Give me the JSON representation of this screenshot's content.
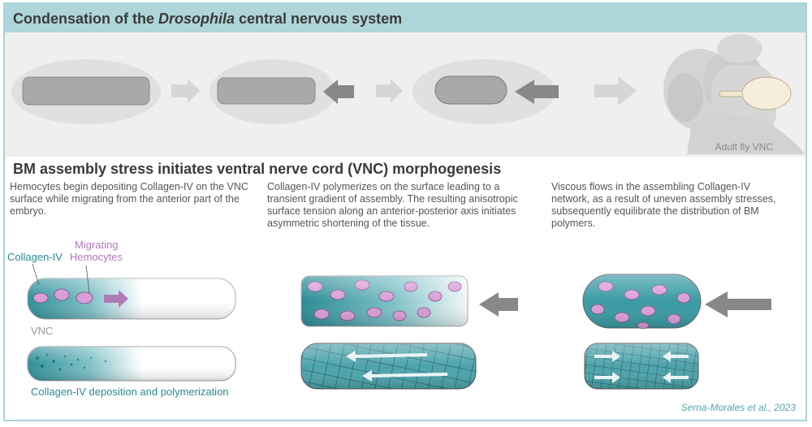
{
  "header": {
    "title_prefix": "Condensation of the ",
    "title_italic": "Drosophila",
    "title_suffix": " central nervous system"
  },
  "top_panel": {
    "adult_label": "Adult fly VNC"
  },
  "section2": {
    "title": "BM assembly stress initiates ventral nerve cord (VNC) morphogenesis",
    "desc1": "Hemocytes begin depositing Collagen-IV on the VNC surface while migrating from the anterior part of the embryo.",
    "desc2": "Collagen-IV polymerizes on the surface leading to a transient gradient of assembly.  The resulting anisotropic surface tension along an anterior-posterior axis initiates asymmetric shortening of the tissue.",
    "desc3": "Viscous flows in the assembling Collagen-IV network, as a result of uneven assembly stresses, subsequently equilibrate the distribution of BM polymers."
  },
  "labels": {
    "collagen": "Collagen-IV",
    "migrating": "Migrating",
    "hemocytes": "Hemocytes",
    "vnc": "VNC",
    "deposition": "Collagen-IV deposition and polymerization"
  },
  "citation": "Serna-Morales et al., 2023",
  "colors": {
    "teal": "#2a8a94",
    "purple": "#b07ab8",
    "header_bg": "#aed6da",
    "panel_bg": "#efefef"
  }
}
